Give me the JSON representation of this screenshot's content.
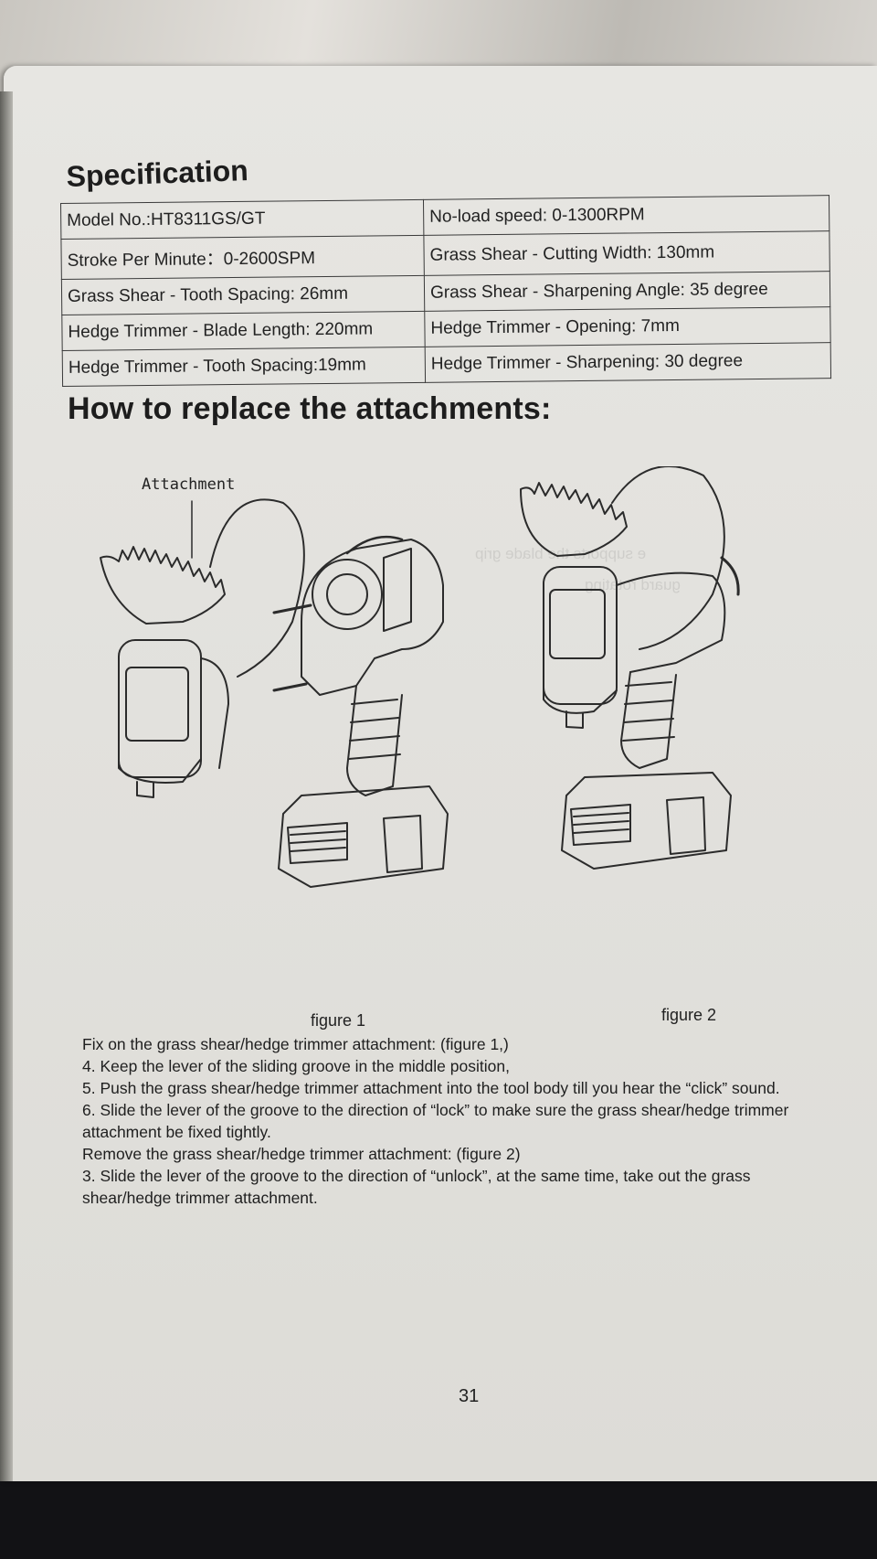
{
  "spec_section": {
    "title": "Specification",
    "rows": [
      [
        "Model No.:HT8311GS/GT",
        "No-load speed: 0-1300RPM"
      ],
      [
        "Stroke Per Minute：0-2600SPM",
        "Grass Shear - Cutting Width: 130mm"
      ],
      [
        "Grass Shear - Tooth Spacing: 26mm",
        "Grass Shear - Sharpening Angle: 35 degree"
      ],
      [
        "Hedge Trimmer - Blade Length: 220mm",
        "Hedge Trimmer - Opening: 7mm"
      ],
      [
        "Hedge Trimmer - Tooth Spacing:19mm",
        "Hedge Trimmer - Sharpening: 30 degree"
      ]
    ]
  },
  "how_section": {
    "title": "How to replace the attachments:"
  },
  "figures": {
    "attachment_label": "Attachment",
    "figure1_caption": "figure 1",
    "figure2_caption": "figure 2"
  },
  "instructions": [
    "Fix on the grass shear/hedge trimmer attachment:   (figure 1,)",
    "4.  Keep the lever of the sliding groove in the middle position,",
    "5.  Push the grass shear/hedge trimmer attachment into the tool body till you hear the “click” sound.",
    "6.  Slide the lever of the groove to the direction of “lock” to make sure the grass shear/hedge trimmer attachment be fixed tightly.",
    "Remove the grass shear/hedge trimmer attachment: (figure 2)",
    "3.  Slide the lever of the groove to the direction of “unlock”, at the same time,    take out the grass shear/hedge trimmer attachment."
  ],
  "page_number": "31"
}
